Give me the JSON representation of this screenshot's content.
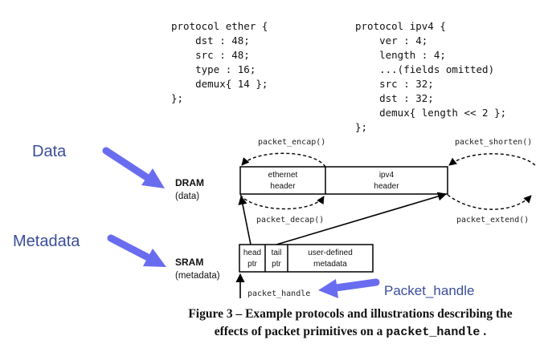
{
  "code": {
    "ether": [
      "protocol ether {",
      "    dst : 48;",
      "    src : 48;",
      "    type : 16;",
      "    demux{ 14 };",
      "};"
    ],
    "ipv4": [
      "protocol ipv4 {",
      "    ver : 4;",
      "    length : 4;",
      "    ...(fields omitted)",
      "    src : 32;",
      "    dst : 32;",
      "    demux{ length << 2 };",
      "};"
    ]
  },
  "annotations": {
    "data": "Data",
    "metadata": "Metadata",
    "packet_handle": "Packet_handle"
  },
  "memory": {
    "dram_title": "DRAM",
    "dram_sub": "(data)",
    "sram_title": "SRAM",
    "sram_sub": "(metadata)"
  },
  "dram_cells": {
    "ethernet": [
      "ethernet",
      "header"
    ],
    "ipv4": [
      "ipv4",
      "header"
    ]
  },
  "sram_cells": {
    "head": [
      "head",
      "ptr"
    ],
    "tail": [
      "tail",
      "ptr"
    ],
    "user": [
      "user-defined",
      "metadata"
    ]
  },
  "primitives": {
    "encap": "packet_encap()",
    "decap": "packet_decap()",
    "shorten": "packet_shorten()",
    "extend": "packet_extend()",
    "handle": "packet_handle"
  },
  "caption": {
    "line1": "Figure 3 – Example protocols and illustrations describing the",
    "line2_prefix": "effects of packet primitives on a",
    "line2_mono": "packet_handle",
    "line2_suffix": "."
  },
  "colors": {
    "annotation_blue": "#3a4d9c",
    "arrow_blue": "#6a6cf0"
  }
}
